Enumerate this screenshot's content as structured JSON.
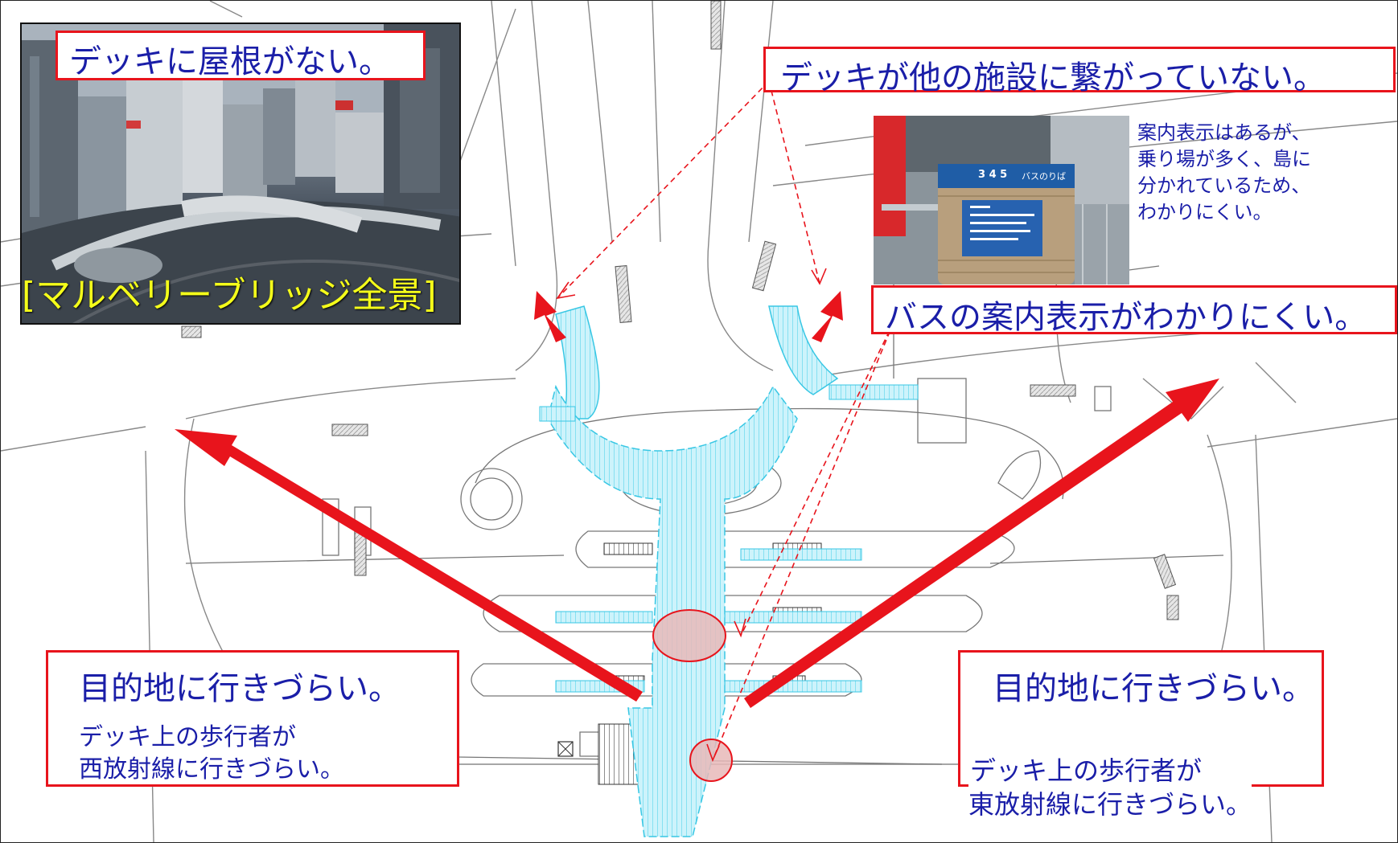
{
  "callouts": {
    "no_roof": "デッキに屋根がない。",
    "not_connected": "デッキが他の施設に繋がっていない。",
    "bus_sign": "バスの案内表示がわかりにくい。",
    "left_title": "目的地に行きづらい。",
    "left_body_1": "デッキ上の歩行者が",
    "left_body_2": "西放射線に行きづらい。",
    "right_title": "目的地に行きづらい。",
    "right_body_1": "デッキ上の歩行者が",
    "right_body_2": "東放射線に行きづらい。"
  },
  "photo_left": {
    "caption": "[マルベリーブリッジ全景]"
  },
  "photo_right": {
    "note_1": "案内表示はあるが、",
    "note_2": "乗り場が多く、島に",
    "note_3": "分かれているため、",
    "note_4": "わかりにくい。",
    "sign_numbers": "3 4 5",
    "sign_text": "バスのりば"
  },
  "colors": {
    "callout_border": "#e8141c",
    "callout_text": "#1a1ea8",
    "arrow": "#e8141c",
    "deck": "#5fd6ec",
    "plan_lines": "#777777"
  }
}
